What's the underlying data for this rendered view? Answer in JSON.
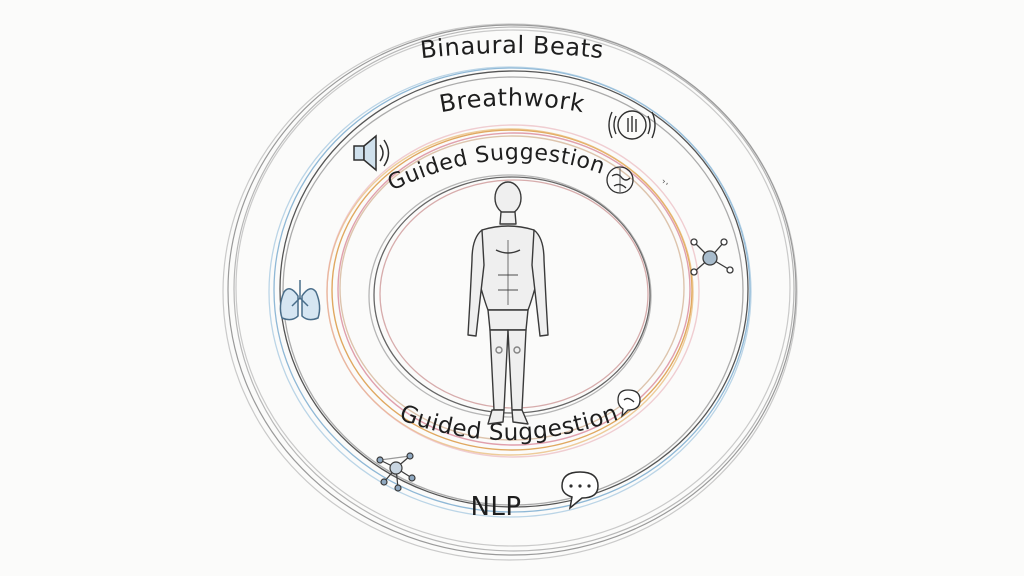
{
  "rings": [
    {
      "id": "outer",
      "label": "Binaural Beats"
    },
    {
      "id": "second",
      "label": "Breathwork"
    },
    {
      "id": "third-top",
      "label": "Guided Suggestion"
    },
    {
      "id": "third-bottom",
      "label": "Guided Suggestion"
    },
    {
      "id": "bottom",
      "label": "NLP"
    }
  ],
  "icons": {
    "speaker": "speaker-icon",
    "lungs": "lungs-icon",
    "hand-sound": "hand-sound-icon",
    "brain": "brain-icon",
    "network": "network-icon",
    "speech-bubble-small": "speech-bubble-icon",
    "network-bottom": "network-icon",
    "speech-bubble-ellipsis": "speech-bubble-ellipsis-icon"
  },
  "colors": {
    "ring_gray": "#8a8a8a",
    "ring_blue": "#8fb8d6",
    "ring_orange": "#e0a860",
    "ring_pink": "#d98a9a",
    "ink": "#2a2a2a"
  }
}
